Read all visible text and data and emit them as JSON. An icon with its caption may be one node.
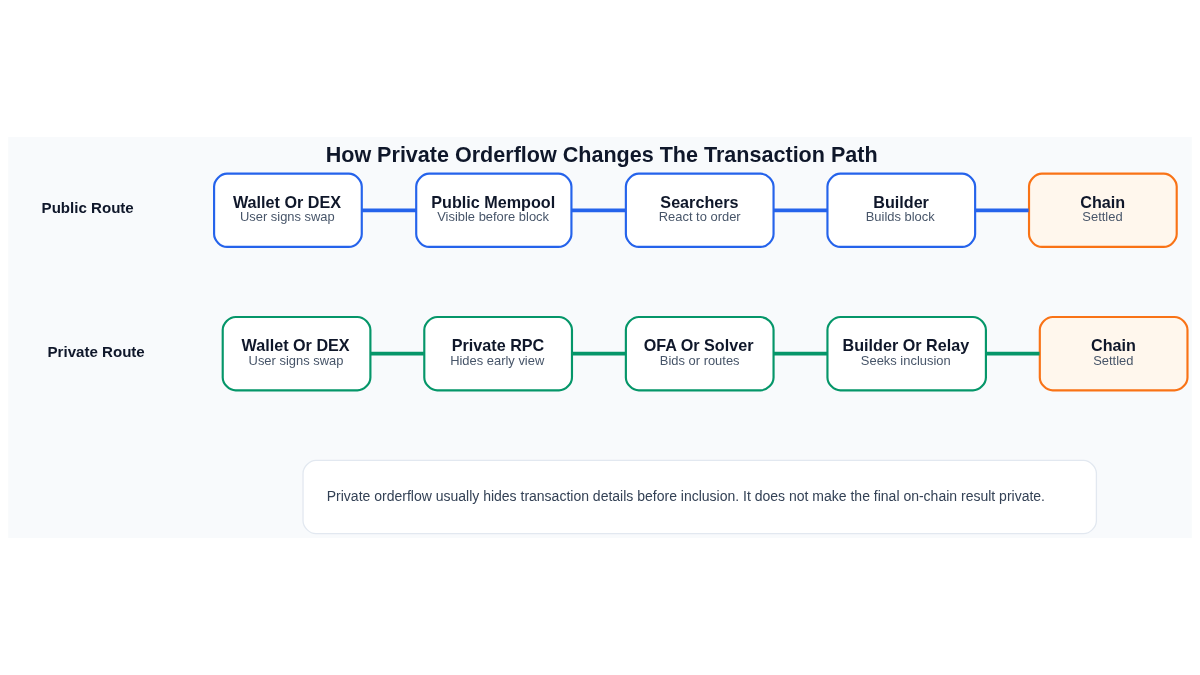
{
  "diagram": {
    "title": "How Private Orderflow Changes The Transaction Path",
    "nodes": [
      {
        "text": [
          "Wallet Or DEX",
          "User signs swap"
        ]
      },
      {
        "text": [
          "Public Mempool",
          "Visible before block"
        ]
      },
      {
        "text": [
          "Searchers",
          "React to order"
        ]
      },
      {
        "text": [
          "Builder",
          "Builds block"
        ]
      },
      {
        "text": [
          "Chain",
          "Settled"
        ]
      },
      {
        "text": [
          "Wallet Or DEX",
          "User signs swap"
        ]
      },
      {
        "text": [
          "Private RPC",
          "Hides early view"
        ]
      },
      {
        "text": [
          "OFA Or Solver",
          "Bids or routes"
        ]
      },
      {
        "text": [
          "Builder Or Relay",
          "Seeks inclusion"
        ]
      },
      {
        "text": [
          "Chain",
          "Settled"
        ]
      },
      {
        "text": [
          "Private orderflow usually hides transaction details before inclusion. It does not make the final on-chain result private."
        ]
      }
    ],
    "edges": [
      {
        "from": 0,
        "to": 1,
        "arrow": "none",
        "color": "#2563eb"
      },
      {
        "from": 1,
        "to": 2,
        "arrow": "none",
        "color": "#2563eb"
      },
      {
        "from": 2,
        "to": 3,
        "arrow": "none",
        "color": "#2563eb"
      },
      {
        "from": 3,
        "to": 4,
        "arrow": "none",
        "color": "#2563eb"
      },
      {
        "from": 5,
        "to": 6,
        "arrow": "none",
        "color": "#059669"
      },
      {
        "from": 6,
        "to": 7,
        "arrow": "none",
        "color": "#059669"
      },
      {
        "from": 7,
        "to": 8,
        "arrow": "none",
        "color": "#059669"
      },
      {
        "from": 8,
        "to": 9,
        "arrow": "none",
        "color": "#059669"
      }
    ],
    "labels": [
      "Public Route",
      "Private Route"
    ]
  }
}
